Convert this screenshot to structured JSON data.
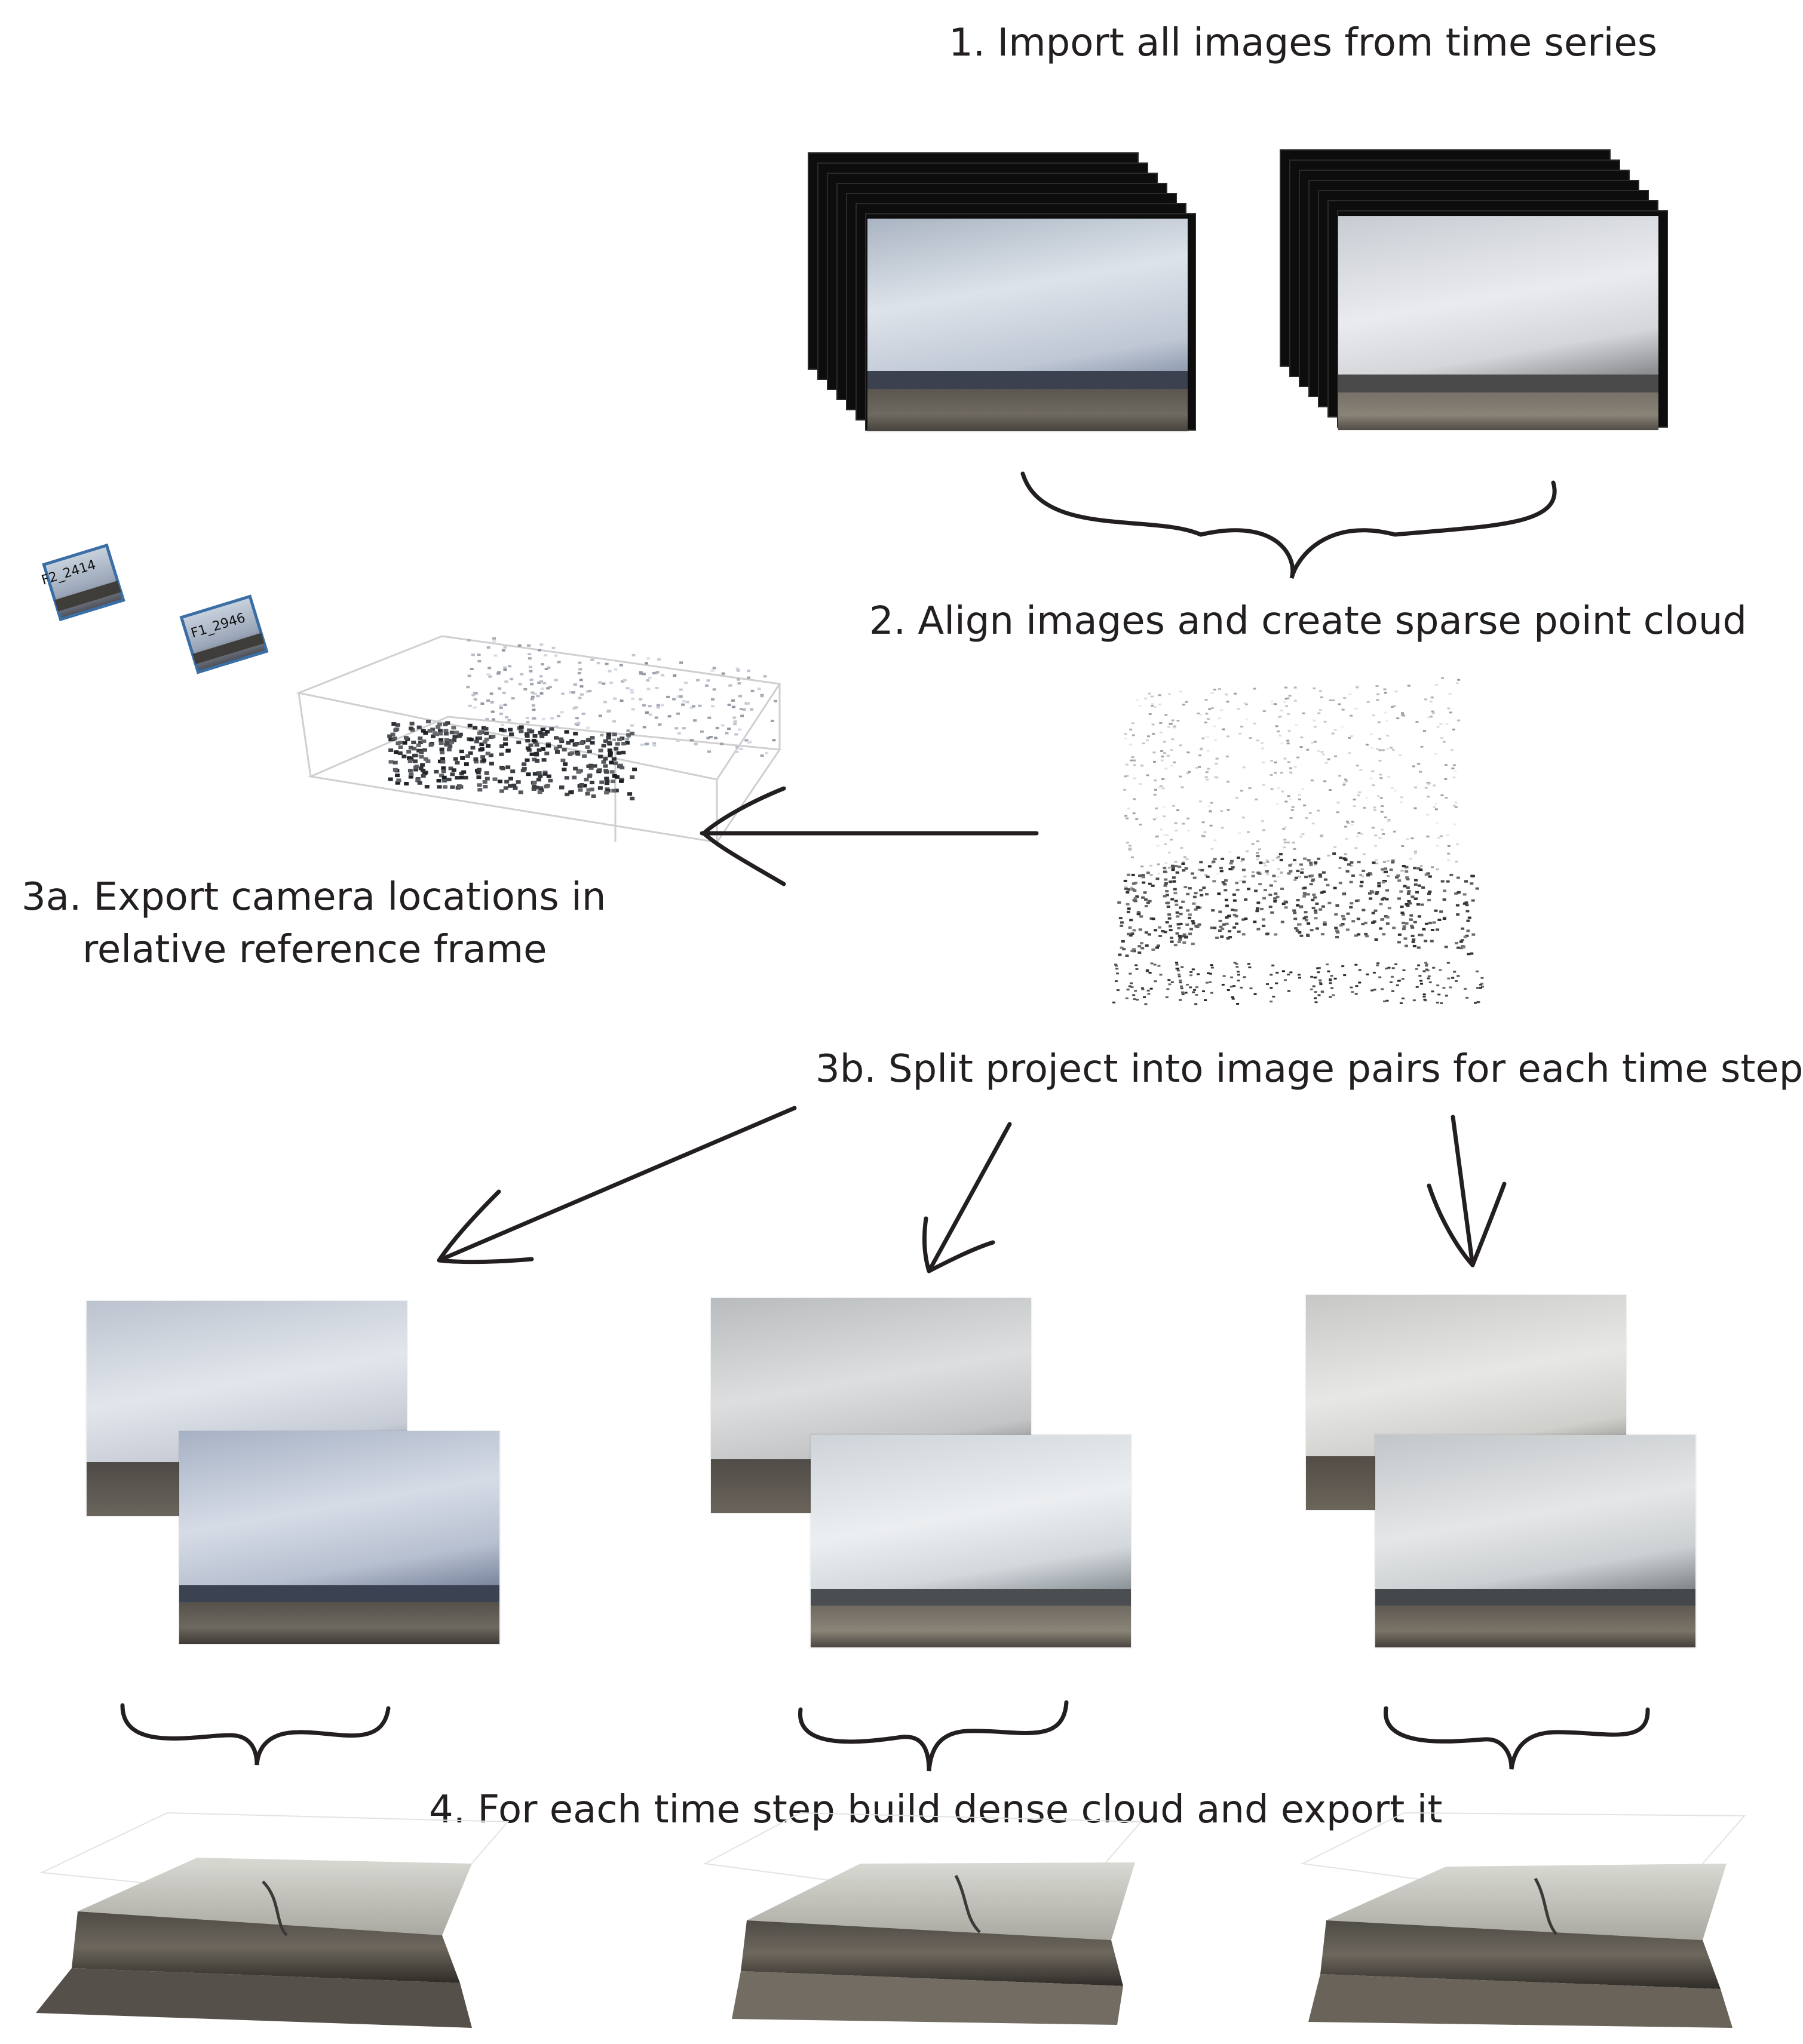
{
  "steps": {
    "step1": "1. Import all images from time series",
    "step2": "2. Align images and create sparse point cloud",
    "step3a_line1": "3a. Export camera locations in",
    "step3a_line2": "relative reference frame",
    "step3b": "3b. Split project into image pairs for each time step",
    "step4": "4. For each time step build dense cloud and export it"
  },
  "cameras": [
    {
      "label": "F2_2414"
    },
    {
      "label": "F1_2946"
    }
  ],
  "colors": {
    "ink": "#231f20",
    "ice": "#c9cfd8",
    "ice_shadow": "#7f8a9c",
    "rock": "#3b3834",
    "gravel": "#6c675f"
  }
}
